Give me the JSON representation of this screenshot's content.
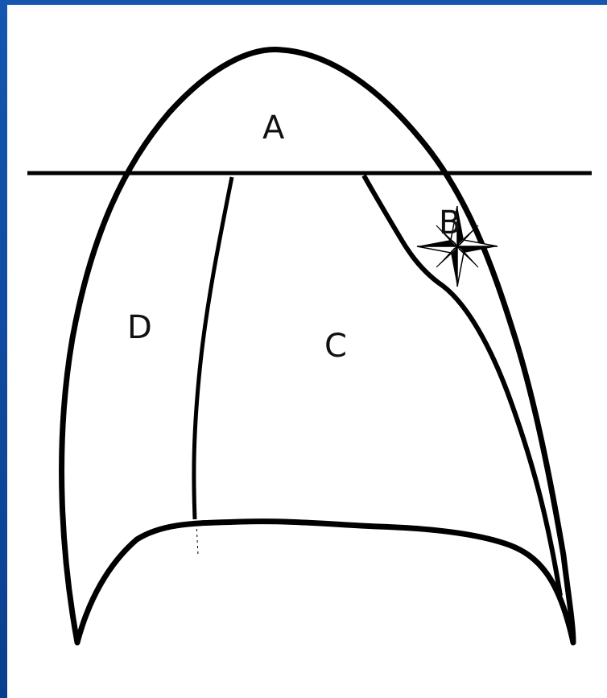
{
  "diagram": {
    "labels": {
      "a": "A",
      "b": "B",
      "c": "C",
      "d": "D"
    },
    "colors": {
      "background_frame": "#0a4aa0",
      "canvas": "#ffffff",
      "stroke": "#000000"
    },
    "icons": [
      "compass-rose-icon"
    ]
  }
}
